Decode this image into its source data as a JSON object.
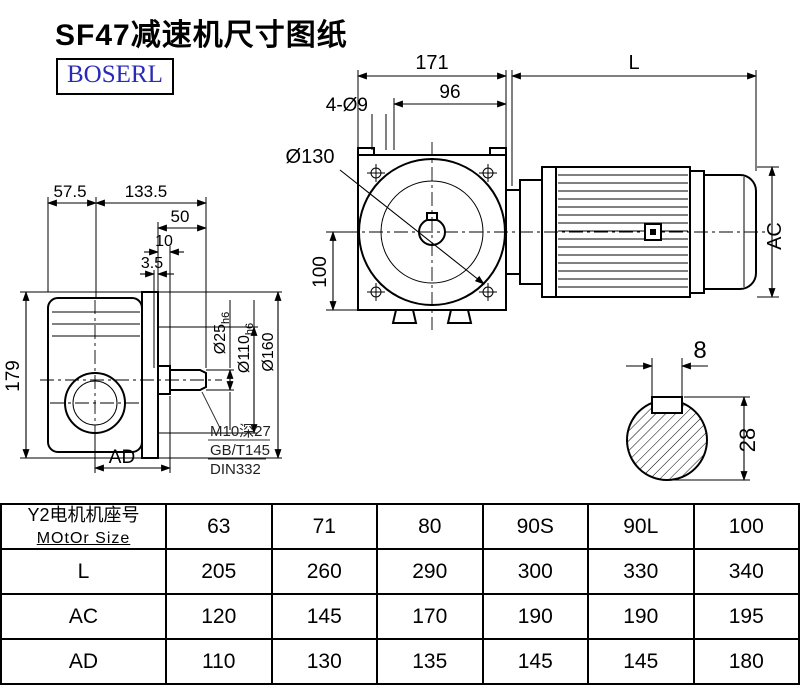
{
  "page": {
    "title": "SF47减速机尺寸图纸",
    "brand": "BOSERL"
  },
  "dims": {
    "top_width": "171",
    "motor_length_label": "L",
    "flange_pitch": "96",
    "bolt_holes": "4-Ø9",
    "flange_dia": "Ø130",
    "center_height": "100",
    "motor_height_label": "AC",
    "offset_left": "57.5",
    "offset_total": "133.5",
    "shaft_length": "50",
    "shaft_step": "10",
    "shaft_groove": "3.5",
    "body_height": "179",
    "motor_width_label": "AD",
    "shaft_dia": "Ø25",
    "shaft_dia_tol": "h6",
    "spigot_dia": "Ø110",
    "spigot_dia_tol": "h6",
    "flange_od": "Ø160",
    "tap_hole": "M10深27",
    "tap_std_gb": "GB/T145",
    "tap_std_din": "DIN332",
    "key_width": "8",
    "key_height": "28"
  },
  "table": {
    "header_label_cn": "Y2电机机座号",
    "header_label_en": "MOtOr Size",
    "sizes": [
      "63",
      "71",
      "80",
      "90S",
      "90L",
      "100"
    ],
    "rows": [
      {
        "label": "L",
        "values": [
          "205",
          "260",
          "290",
          "300",
          "330",
          "340"
        ]
      },
      {
        "label": "AC",
        "values": [
          "120",
          "145",
          "170",
          "190",
          "190",
          "195"
        ]
      },
      {
        "label": "AD",
        "values": [
          "110",
          "130",
          "135",
          "145",
          "145",
          "180"
        ]
      }
    ]
  }
}
